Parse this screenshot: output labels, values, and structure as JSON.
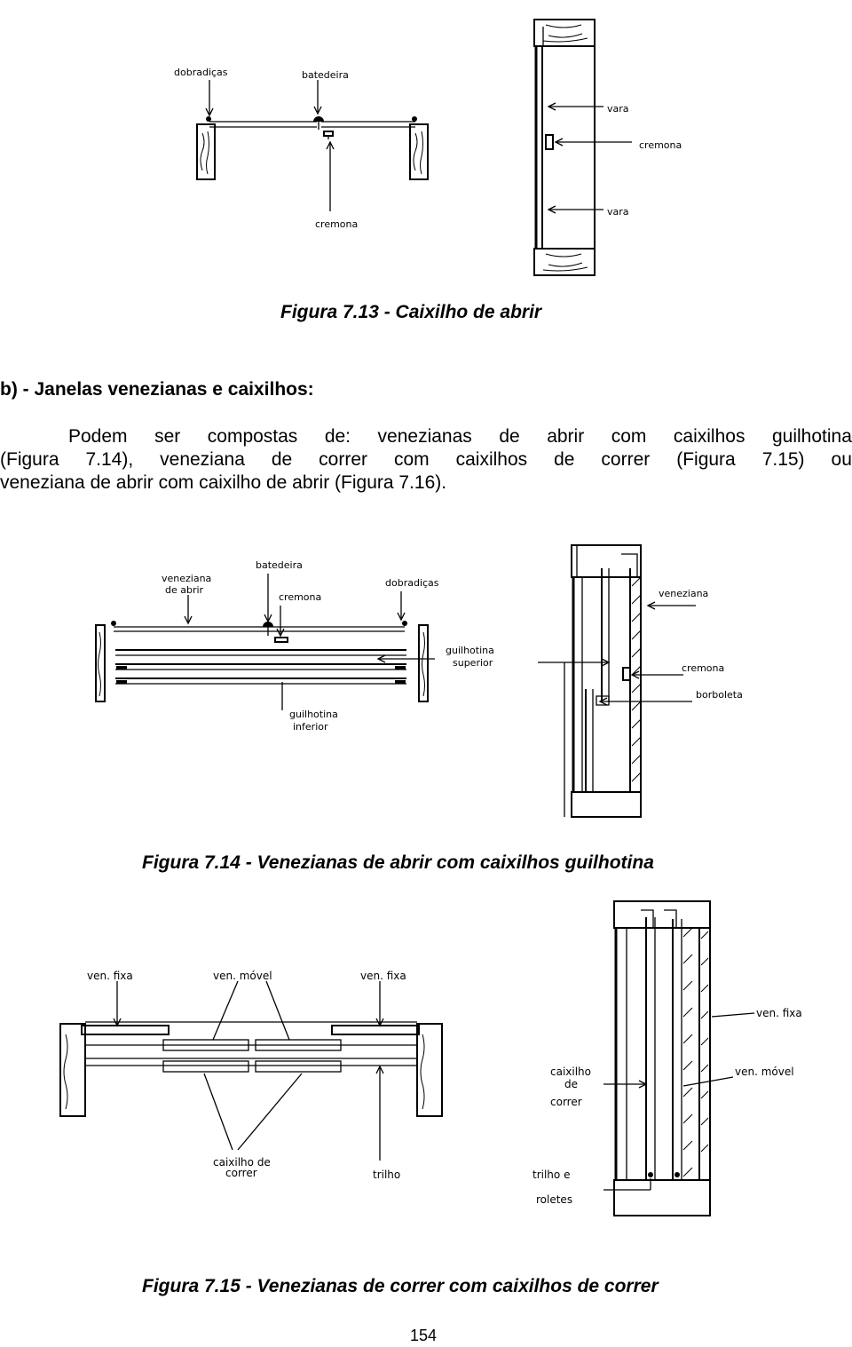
{
  "figures": {
    "fig13": {
      "caption": "Figura 7.13 - Caixilho de abrir",
      "labels": {
        "dobradicas": "dobradiças",
        "batedeira": "batedeira",
        "cremona_plan": "cremona",
        "vara_top": "vara",
        "cremona_side": "cremona",
        "vara_bottom": "vara"
      }
    },
    "fig14": {
      "caption": "Figura 7.14 - Venezianas de abrir com caixilhos guilhotina",
      "labels": {
        "veneziana_de_abrir_l1": "veneziana",
        "veneziana_de_abrir_l2": "de   abrir",
        "batedeira": "batedeira",
        "cremona_plan": "cremona",
        "dobradicas": "dobradiças",
        "guilhotina_superior_l1": "guilhotina",
        "guilhotina_superior_l2": "superior",
        "guilhotina_inferior_l1": "guilhotina",
        "guilhotina_inferior_l2": "inferior",
        "veneziana_side": "veneziana",
        "cremona_side": "cremona",
        "borboleta": "borboleta"
      }
    },
    "fig15": {
      "caption": "Figura 7.15 - Venezianas de correr com caixilhos de correr",
      "labels": {
        "ven_fixa_left": "ven. fixa",
        "ven_movel_plan": "ven. móvel",
        "ven_fixa_right": "ven. fixa",
        "caixilho_de_correr_plan_l1": "caixilho de",
        "caixilho_de_correr_plan_l2": "correr",
        "trilho": "trilho",
        "ven_fixa_side": "ven. fixa",
        "ven_movel_side": "ven. móvel",
        "caixilho_side_l1": "caixilho",
        "caixilho_side_l2": "de",
        "caixilho_side_l3": "correr",
        "trilho_e_roletes_l1": "trilho e",
        "trilho_e_roletes_l2": "roletes"
      }
    }
  },
  "section": {
    "heading": "b) - Janelas venezianas e caixilhos:",
    "line1": [
      "Podem",
      "ser",
      "compostas",
      "de:",
      "venezianas",
      "de",
      "abrir",
      "com",
      "caixilhos",
      "guilhotina"
    ],
    "line2": [
      "(Figura",
      "7.14),",
      "veneziana",
      "de",
      "correr",
      "com",
      "caixilhos",
      "de",
      "correr",
      "(Figura",
      "7.15)",
      "ou"
    ],
    "line3": "veneziana de abrir com caixilho de abrir (Figura 7.16)."
  },
  "page_number": "154"
}
